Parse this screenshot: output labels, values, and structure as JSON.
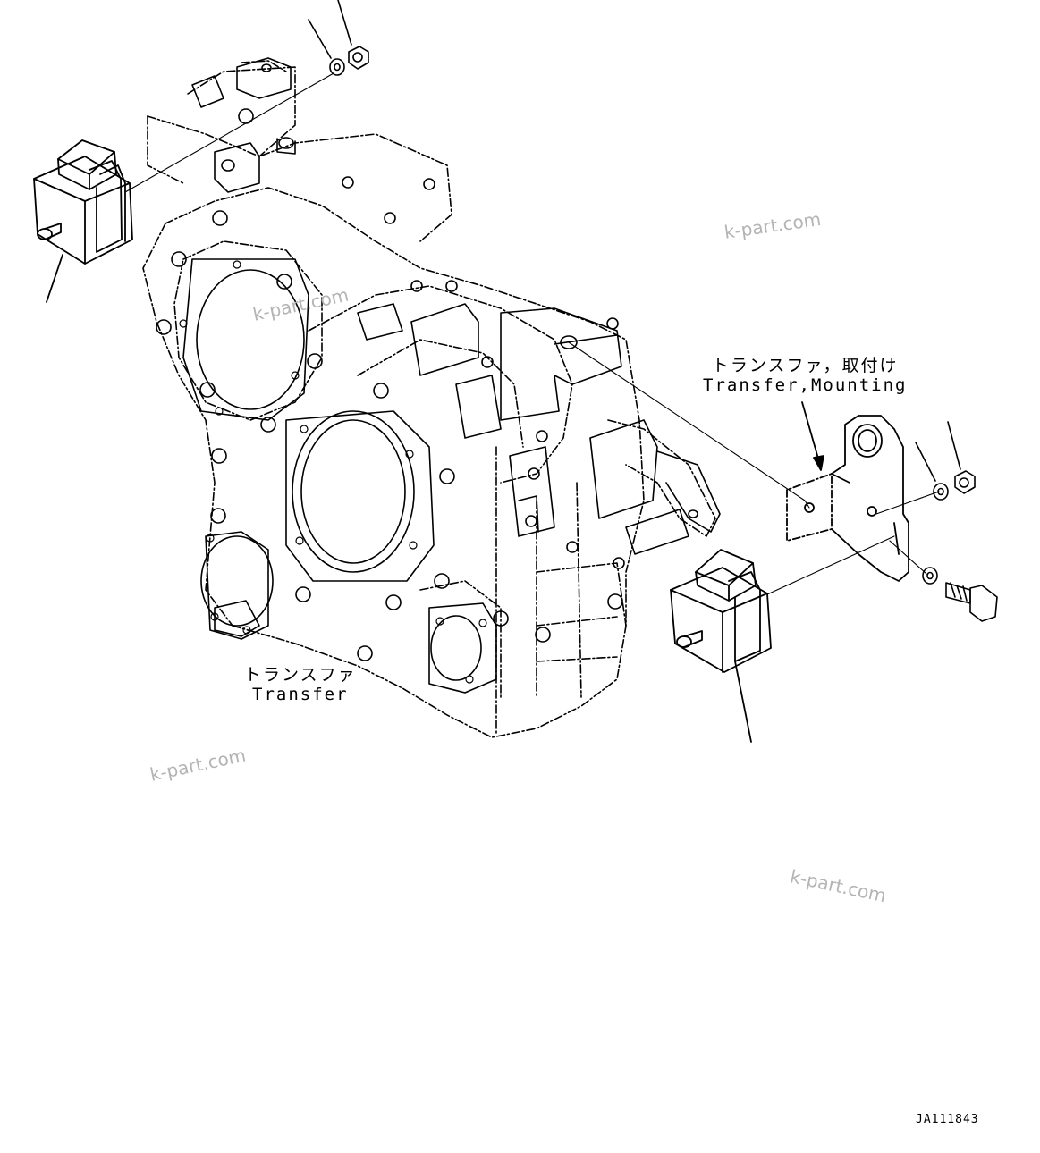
{
  "labels": {
    "transfer_jp": "トランスファ",
    "transfer_en": "Transfer",
    "mounting_jp": "トランスファ，取付け",
    "mounting_en": "Transfer,Mounting"
  },
  "watermarks": [
    "k-part.com",
    "k-part.com",
    "k-part.com",
    "k-part.com"
  ],
  "drawing_code": "JA111843"
}
